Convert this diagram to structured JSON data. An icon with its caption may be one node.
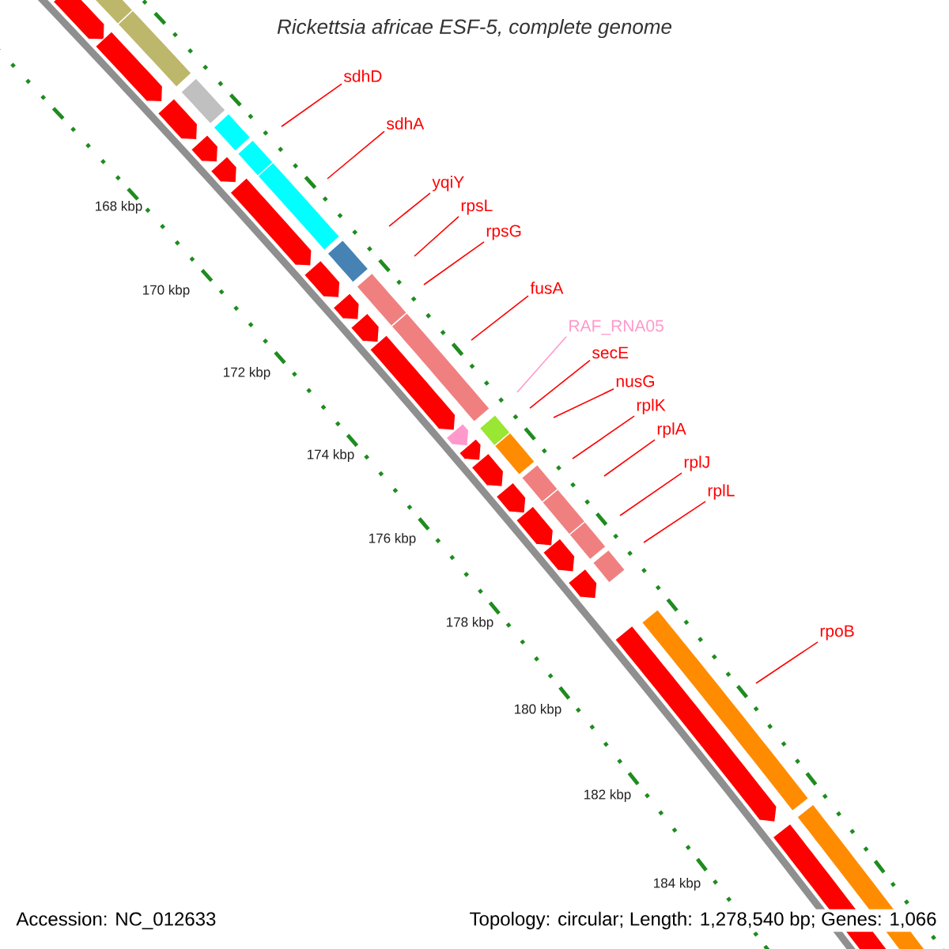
{
  "diagram": {
    "title": "Rickettsia africae ESF-5, complete genome",
    "nodes": [
      {
        "text": [
          "sdhD"
        ]
      },
      {
        "text": [
          "sdhA"
        ]
      },
      {
        "text": [
          "yqiY"
        ]
      },
      {
        "text": [
          "rpsL"
        ]
      },
      {
        "text": [
          "rpsG"
        ]
      },
      {
        "text": [
          "fusA"
        ]
      },
      {
        "text": [
          "RAF_RNA05"
        ]
      },
      {
        "text": [
          "secE"
        ]
      },
      {
        "text": [
          "nusG"
        ]
      },
      {
        "text": [
          "rplK"
        ]
      },
      {
        "text": [
          "rplA"
        ]
      },
      {
        "text": [
          "rplJ"
        ]
      },
      {
        "text": [
          "rplL"
        ]
      },
      {
        "text": [
          "rpoB"
        ]
      }
    ],
    "edges": [
      {
        "from": 0,
        "to": null,
        "arrow": "none"
      },
      {
        "from": 1,
        "to": null,
        "arrow": "none"
      },
      {
        "from": 2,
        "to": null,
        "arrow": "none"
      },
      {
        "from": 3,
        "to": null,
        "arrow": "none"
      },
      {
        "from": 4,
        "to": null,
        "arrow": "none"
      },
      {
        "from": 5,
        "to": null,
        "arrow": "none"
      },
      {
        "from": 6,
        "to": null,
        "arrow": "none",
        "color": "#ff99cc"
      },
      {
        "from": 7,
        "to": null,
        "arrow": "none"
      },
      {
        "from": 8,
        "to": null,
        "arrow": "none"
      },
      {
        "from": 9,
        "to": null,
        "arrow": "none"
      },
      {
        "from": 10,
        "to": null,
        "arrow": "none"
      },
      {
        "from": 11,
        "to": null,
        "arrow": "none"
      },
      {
        "from": 12,
        "to": null,
        "arrow": "none"
      },
      {
        "from": 13,
        "to": null,
        "arrow": "none"
      }
    ],
    "labels": [
      "168 kbp",
      "170 kbp",
      "172 kbp",
      "174 kbp",
      "176 kbp",
      "178 kbp",
      "180 kbp",
      "182 kbp",
      "184 kbp",
      "Accession: NC_012633",
      "Topology: circular; Length: 1,278,540 bp; Genes: 1,066"
    ]
  }
}
